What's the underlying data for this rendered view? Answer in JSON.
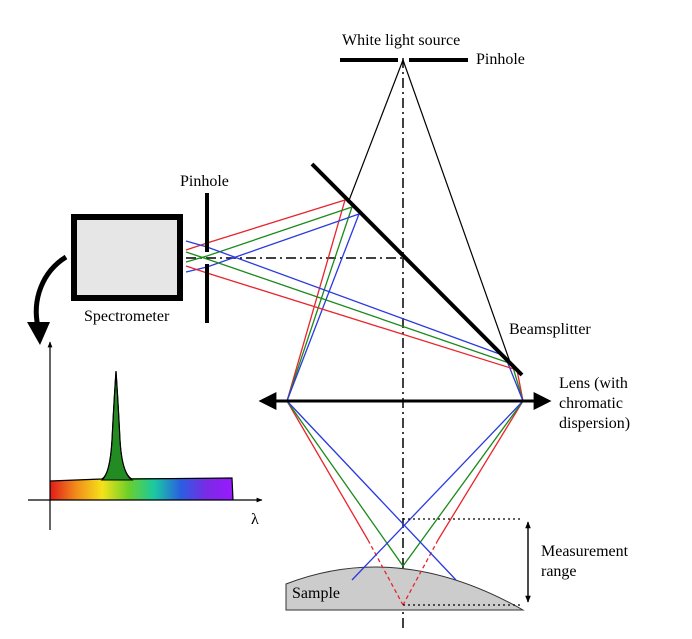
{
  "labels": {
    "white_light_source": "White light source",
    "pinhole_source": "Pinhole",
    "pinhole_detector": "Pinhole",
    "spectrometer": "Spectrometer",
    "beamsplitter": "Beamsplitter",
    "lens": [
      "Lens (with",
      "chromatic",
      "dispersion)"
    ],
    "measurement_range": [
      "Measurement",
      "range"
    ],
    "sample": "Sample",
    "lambda_axis": "λ"
  },
  "colors": {
    "ray_red": "#e8242c",
    "ray_green": "#1a8a1a",
    "ray_blue": "#2a3adf",
    "sample_fill": "#cccccc",
    "spectrometer_fill": "#e6e6e6",
    "spectrum_peak": "#228b22"
  },
  "spectrum_gradient": [
    "#e01b1b",
    "#f28c1a",
    "#f5e21a",
    "#6ccf2a",
    "#19c9a3",
    "#2a5fe0",
    "#7a2ae6",
    "#9a1aff"
  ]
}
